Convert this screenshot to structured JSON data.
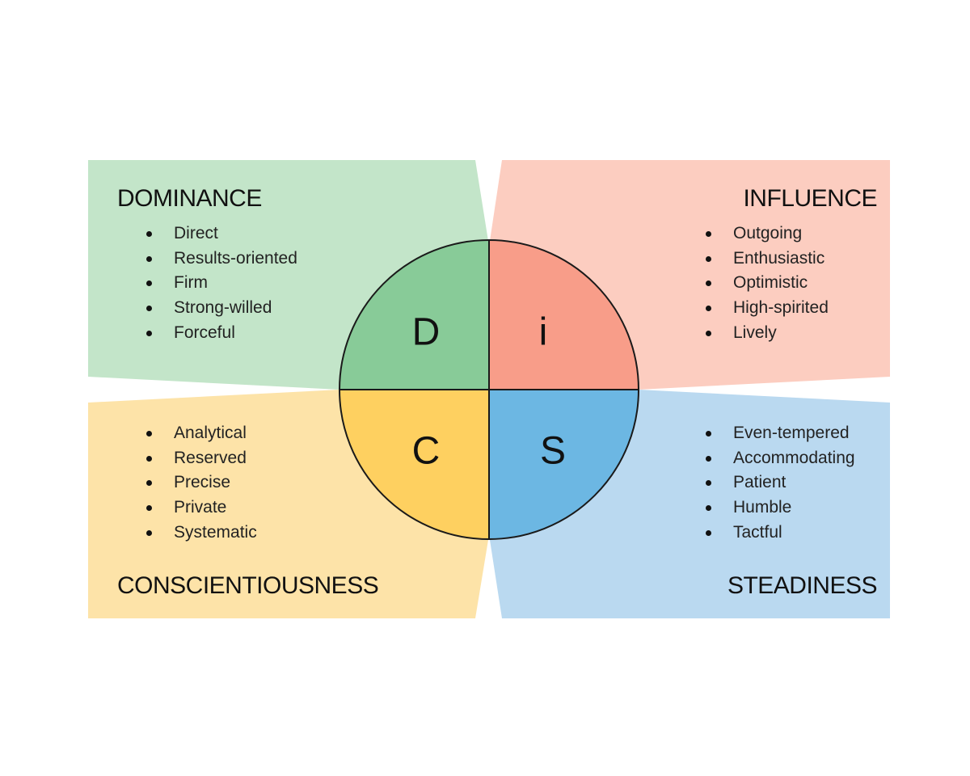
{
  "colors": {
    "dominance_bg": "#c3e5c9",
    "dominance_fill": "#88cb98",
    "influence_bg": "#fccdc0",
    "influence_fill": "#f89d89",
    "conscientiousness_bg": "#fde3a8",
    "conscientiousness_fill": "#fed060",
    "steadiness_bg": "#bad9f0",
    "steadiness_fill": "#6cb7e3",
    "outline": "#1a1a1a"
  },
  "quadrants": {
    "dominance": {
      "title": "DOMINANCE",
      "letter": "D",
      "traits": [
        "Direct",
        "Results-oriented",
        "Firm",
        "Strong-willed",
        "Forceful"
      ]
    },
    "influence": {
      "title": "INFLUENCE",
      "letter": "i",
      "traits": [
        "Outgoing",
        "Enthusiastic",
        "Optimistic",
        "High-spirited",
        "Lively"
      ]
    },
    "conscientiousness": {
      "title": "CONSCIENTIOUSNESS",
      "letter": "C",
      "traits": [
        "Analytical",
        "Reserved",
        "Precise",
        "Private",
        "Systematic"
      ]
    },
    "steadiness": {
      "title": "STEADINESS",
      "letter": "S",
      "traits": [
        "Even-tempered",
        "Accommodating",
        "Patient",
        "Humble",
        "Tactful"
      ]
    }
  }
}
